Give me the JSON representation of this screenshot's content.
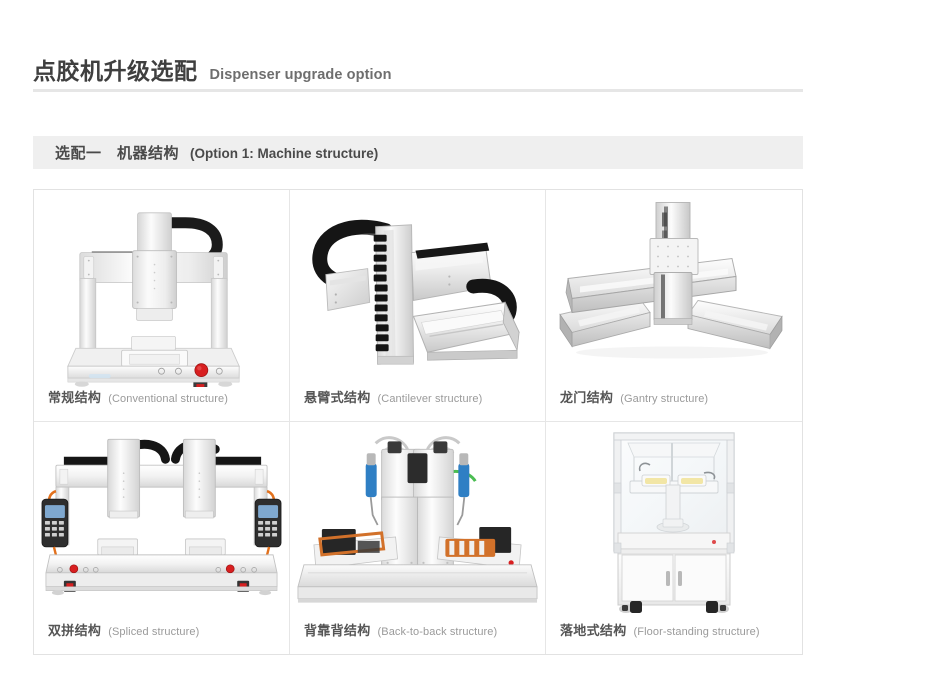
{
  "header": {
    "title_cn": "点胶机升级选配",
    "title_en": "Dispenser upgrade option"
  },
  "section": {
    "label_cn": "选配一　机器结构",
    "label_en": "(Option 1: Machine structure)",
    "bar_color": "#efefef"
  },
  "colors": {
    "title_text": "#3f3f3f",
    "subtitle_text": "#6e6e6e",
    "rule": "#e6e6e6",
    "card_border": "#e6e6e6",
    "caption_cn": "#555555",
    "caption_en": "#9a9a9a",
    "machine_body": "#f2f2f2",
    "machine_shadow": "#d4d4d4",
    "cable_chain": "#1c1c1c",
    "accent_red": "#d81f20",
    "accent_orange": "#e2711d",
    "accent_blue": "#2f7fc4",
    "accent_green": "#4bbd52"
  },
  "cards": [
    {
      "id": "conventional",
      "cn": "常规结构",
      "en": "(Conventional structure)",
      "figure": "desktop-gantry-dispenser"
    },
    {
      "id": "cantilever",
      "cn": "悬臂式结构",
      "en": "(Cantilever structure)",
      "figure": "cantilever-linear-actuator"
    },
    {
      "id": "gantry",
      "cn": "龙门结构",
      "en": "(Gantry structure)",
      "figure": "gantry-dual-rail"
    },
    {
      "id": "spliced",
      "cn": "双拼结构",
      "en": "(Spliced structure)",
      "figure": "dual-head-wide-machine"
    },
    {
      "id": "back-to-back",
      "cn": "背靠背结构",
      "en": "(Back-to-back structure)",
      "figure": "mirrored-dual-column-machine"
    },
    {
      "id": "floor-standing",
      "cn": "落地式结构",
      "en": "(Floor-standing structure)",
      "figure": "enclosed-floor-cabinet"
    }
  ]
}
